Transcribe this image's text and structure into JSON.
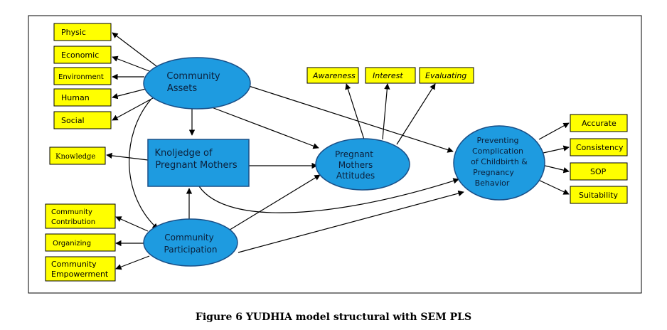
{
  "caption": "Figure 6 YUDHIA model structural with SEM PLS",
  "colors": {
    "indicator_fill": "#ffff00",
    "construct_fill": "#1e9be0",
    "construct_stroke": "#1a4f87",
    "arrow": "#000000"
  },
  "constructs": {
    "assets": [
      "Community",
      "Assets"
    ],
    "knowledge": [
      "Knoljedge of",
      "Pregnant Mothers"
    ],
    "participation": [
      "Community",
      "Participation"
    ],
    "attitudes": [
      "Pregnant",
      "Mothers",
      "Attitudes"
    ],
    "preventing": [
      "Preventing",
      "Complication",
      "of Childbirth &",
      "Pregnancy",
      "Behavior"
    ]
  },
  "indicators": {
    "assets": [
      "Physic",
      "Economic",
      "Environment",
      "Human",
      "Social"
    ],
    "knowledge": [
      "Knowledge"
    ],
    "attitudes": [
      "Awareness",
      "Interest",
      "Evaluating"
    ],
    "participation": [
      [
        "Community",
        "Contribution"
      ],
      [
        "Organizing"
      ],
      [
        "Community",
        "Empowerment"
      ]
    ],
    "preventing": [
      "Accurate",
      "Consistency",
      "SOP",
      "Suitability"
    ]
  }
}
